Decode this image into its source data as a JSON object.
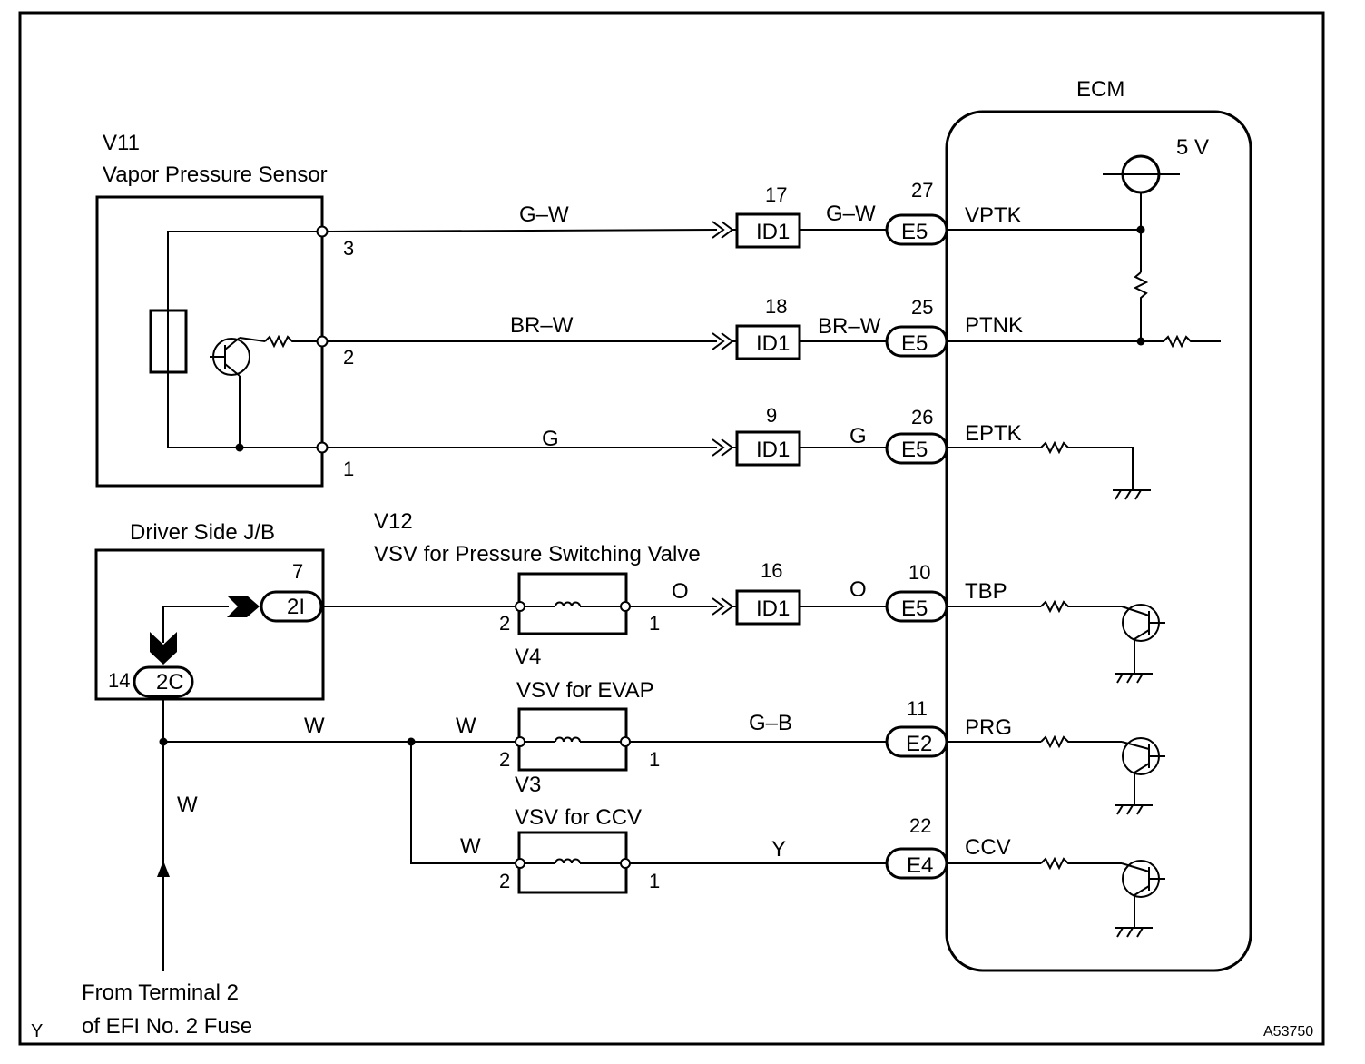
{
  "ecm": {
    "title": "ECM",
    "supply": "5 V"
  },
  "sensor": {
    "code": "V11",
    "name": "Vapor Pressure Sensor",
    "pins": {
      "p3": "3",
      "p2": "2",
      "p1": "1"
    }
  },
  "wires": {
    "vptk": {
      "color_left": "G–W",
      "connector_pin": "17",
      "connector": "ID1",
      "color_right": "G–W",
      "ecm_pin": "27",
      "ecm_conn": "E5",
      "signal": "VPTK"
    },
    "ptnk": {
      "color_left": "BR–W",
      "connector_pin": "18",
      "connector": "ID1",
      "color_right": "BR–W",
      "ecm_pin": "25",
      "ecm_conn": "E5",
      "signal": "PTNK"
    },
    "eptk": {
      "color_left": "G",
      "connector_pin": "9",
      "connector": "ID1",
      "color_right": "G",
      "ecm_pin": "26",
      "ecm_conn": "E5",
      "signal": "EPTK"
    },
    "tbp": {
      "color_left": "O",
      "connector_pin": "16",
      "connector": "ID1",
      "color_right": "O",
      "ecm_pin": "10",
      "ecm_conn": "E5",
      "signal": "TBP"
    },
    "prg": {
      "color": "G–B",
      "ecm_pin": "11",
      "ecm_conn": "E2",
      "signal": "PRG"
    },
    "ccv": {
      "color": "Y",
      "ecm_pin": "22",
      "ecm_conn": "E4",
      "signal": "CCV"
    },
    "w1": "W",
    "w2": "W",
    "w3": "W",
    "w4": "W"
  },
  "jb": {
    "title": "Driver Side J/B",
    "conn_top_pin": "7",
    "conn_top": "2I",
    "conn_bottom_pin": "14",
    "conn_bottom": "2C"
  },
  "vsv_psv": {
    "code": "V12",
    "name": "VSV for Pressure Switching Valve",
    "pin_left": "2",
    "pin_right": "1"
  },
  "vsv_evap": {
    "code": "V4",
    "name": "VSV for EVAP",
    "pin_left": "2",
    "pin_right": "1"
  },
  "vsv_ccv": {
    "code": "V3",
    "name": "VSV for CCV",
    "pin_left": "2",
    "pin_right": "1"
  },
  "source": {
    "line1": "From Terminal 2",
    "line2": "of EFI No. 2 Fuse"
  },
  "corner_mark": "Y",
  "figure_id": "A53750"
}
